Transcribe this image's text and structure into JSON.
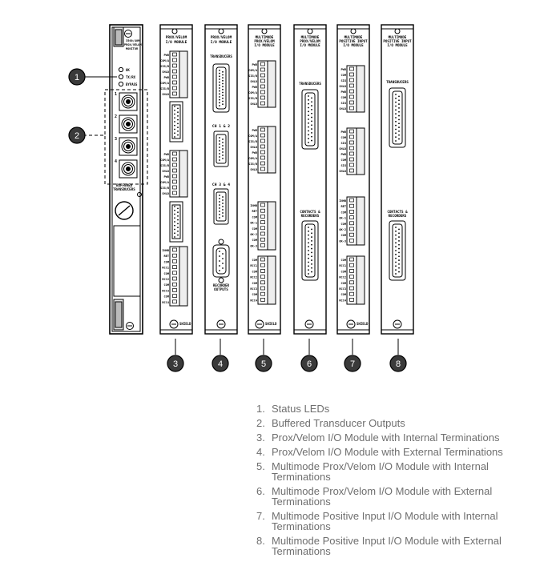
{
  "monitor": {
    "title_line1": "3500/40M",
    "title_line2": "PROX/VELOM",
    "title_line3": "MONITOR",
    "led_labels": [
      "OK",
      "TX/RX",
      "BYPASS"
    ],
    "channel_numbers": [
      "1",
      "2",
      "3",
      "4"
    ],
    "buffered_label_line1": "BUFFERED",
    "buffered_label_line2": "TRANSDUCERS"
  },
  "modules": [
    {
      "id": "3",
      "title": [
        "PROX/VELOM",
        "I/O MODULE"
      ]
    },
    {
      "id": "4",
      "title": [
        "PROX/VELOM",
        "I/O MODULE"
      ],
      "labels": [
        "TRANSDUCERS",
        "CH 1 & 2",
        "CH 3 & 4",
        "RECORDER",
        "OUTPUTS"
      ]
    },
    {
      "id": "5",
      "title": [
        "MULTIMODE",
        "PROX/VELOM",
        "I/O MODULE"
      ]
    },
    {
      "id": "6",
      "title": [
        "MULTIMODE",
        "PROX/VELOM",
        "I/O MODULE"
      ],
      "labels": [
        "TRANSDUCERS",
        "CONTACTS &",
        "RECORDERS"
      ]
    },
    {
      "id": "7",
      "title": [
        "MULTIMODE",
        "POSITIVE INPUT",
        "I/O MODULE"
      ]
    },
    {
      "id": "8",
      "title": [
        "MULTIMODE",
        "POSITIVE INPUT",
        "I/O MODULE"
      ],
      "labels": [
        "TRANSDUCERS",
        "CONTACTS &",
        "RECORDERS"
      ]
    }
  ],
  "terminal_labels": {
    "prox_block": [
      "PWR",
      "COM/A",
      "SIG/B",
      "SHLD",
      "PWR",
      "COM/A",
      "SIG/B",
      "SHLD"
    ],
    "contact_block": [
      "INHB",
      "RET",
      "COM",
      "RCC1",
      "COM",
      "RCC2",
      "COM",
      "RCC3",
      "COM",
      "RCC4"
    ],
    "contact_block_mm": [
      "INHB",
      "RET",
      "COM",
      "OK-1",
      "COM",
      "OK-2",
      "COM",
      "OK-3"
    ],
    "rcc_block": [
      "COM",
      "RCC1",
      "COM",
      "RCC2",
      "COM",
      "RCC3",
      "COM",
      "RCC4"
    ],
    "pos_block": [
      "PWR",
      "COM",
      "SIG",
      "SHLD",
      "PWR",
      "COM",
      "SIG",
      "SHLD"
    ],
    "shield": "SHIELD"
  },
  "callouts": [
    "1",
    "2",
    "3",
    "4",
    "5",
    "6",
    "7",
    "8"
  ],
  "legend": [
    {
      "num": "1.",
      "text": "Status LEDs"
    },
    {
      "num": "2.",
      "text": "Buffered Transducer Outputs"
    },
    {
      "num": "3.",
      "text": "Prox/Velom I/O Module with Internal Terminations"
    },
    {
      "num": "4.",
      "text": "Prox/Velom I/O Module with External Terminations"
    },
    {
      "num": "5.",
      "text": "Multimode Prox/Velom I/O Module with Internal Terminations"
    },
    {
      "num": "6.",
      "text": "Multimode Prox/Velom I/O Module with External Terminations"
    },
    {
      "num": "7.",
      "text": "Multimode Positive Input I/O Module with Internal Terminations"
    },
    {
      "num": "8.",
      "text": "Multimode Positive Input I/O Module with External Terminations"
    }
  ],
  "colors": {
    "line": "#000000",
    "callout_fill": "#3a3a3a",
    "callout_text": "#ffffff",
    "legend_text": "#6f6f6f"
  }
}
